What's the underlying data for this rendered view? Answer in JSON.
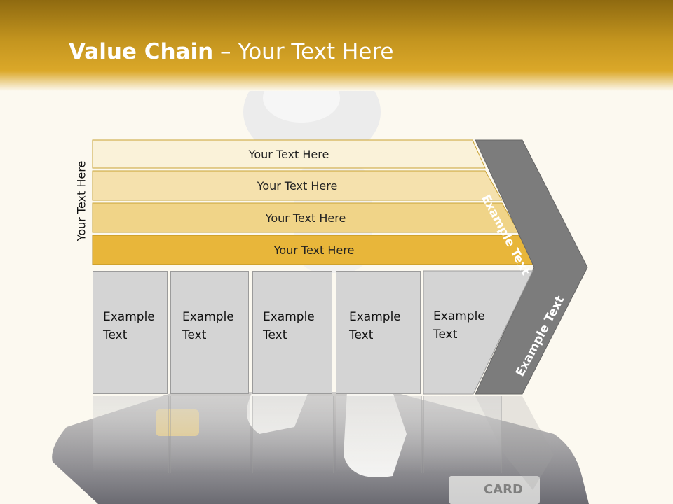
{
  "slide": {
    "title_bold": "Value Chain",
    "title_rest": " – Your Text Here",
    "side_label": "Your Text Here"
  },
  "bands": [
    {
      "label": "Your Text Here"
    },
    {
      "label": "Your Text Here"
    },
    {
      "label": "Your Text Here"
    },
    {
      "label": "Your Text Here"
    }
  ],
  "boxes": [
    {
      "line1": "Example",
      "line2": "Text"
    },
    {
      "line1": "Example",
      "line2": "Text"
    },
    {
      "line1": "Example",
      "line2": "Text"
    },
    {
      "line1": "Example",
      "line2": "Text"
    },
    {
      "line1": "Example",
      "line2": "Text"
    }
  ],
  "chevron": {
    "upper_label": "Example Text",
    "lower_label": "Example Text"
  },
  "colors": {
    "header_gold": "#c4951f",
    "band1": "#faf2d9",
    "band2": "#f5e1ad",
    "band3": "#f0d488",
    "band4": "#e8b63a",
    "box_gray": "#d4d4d4",
    "chevron_gray": "#7c7c7c"
  }
}
